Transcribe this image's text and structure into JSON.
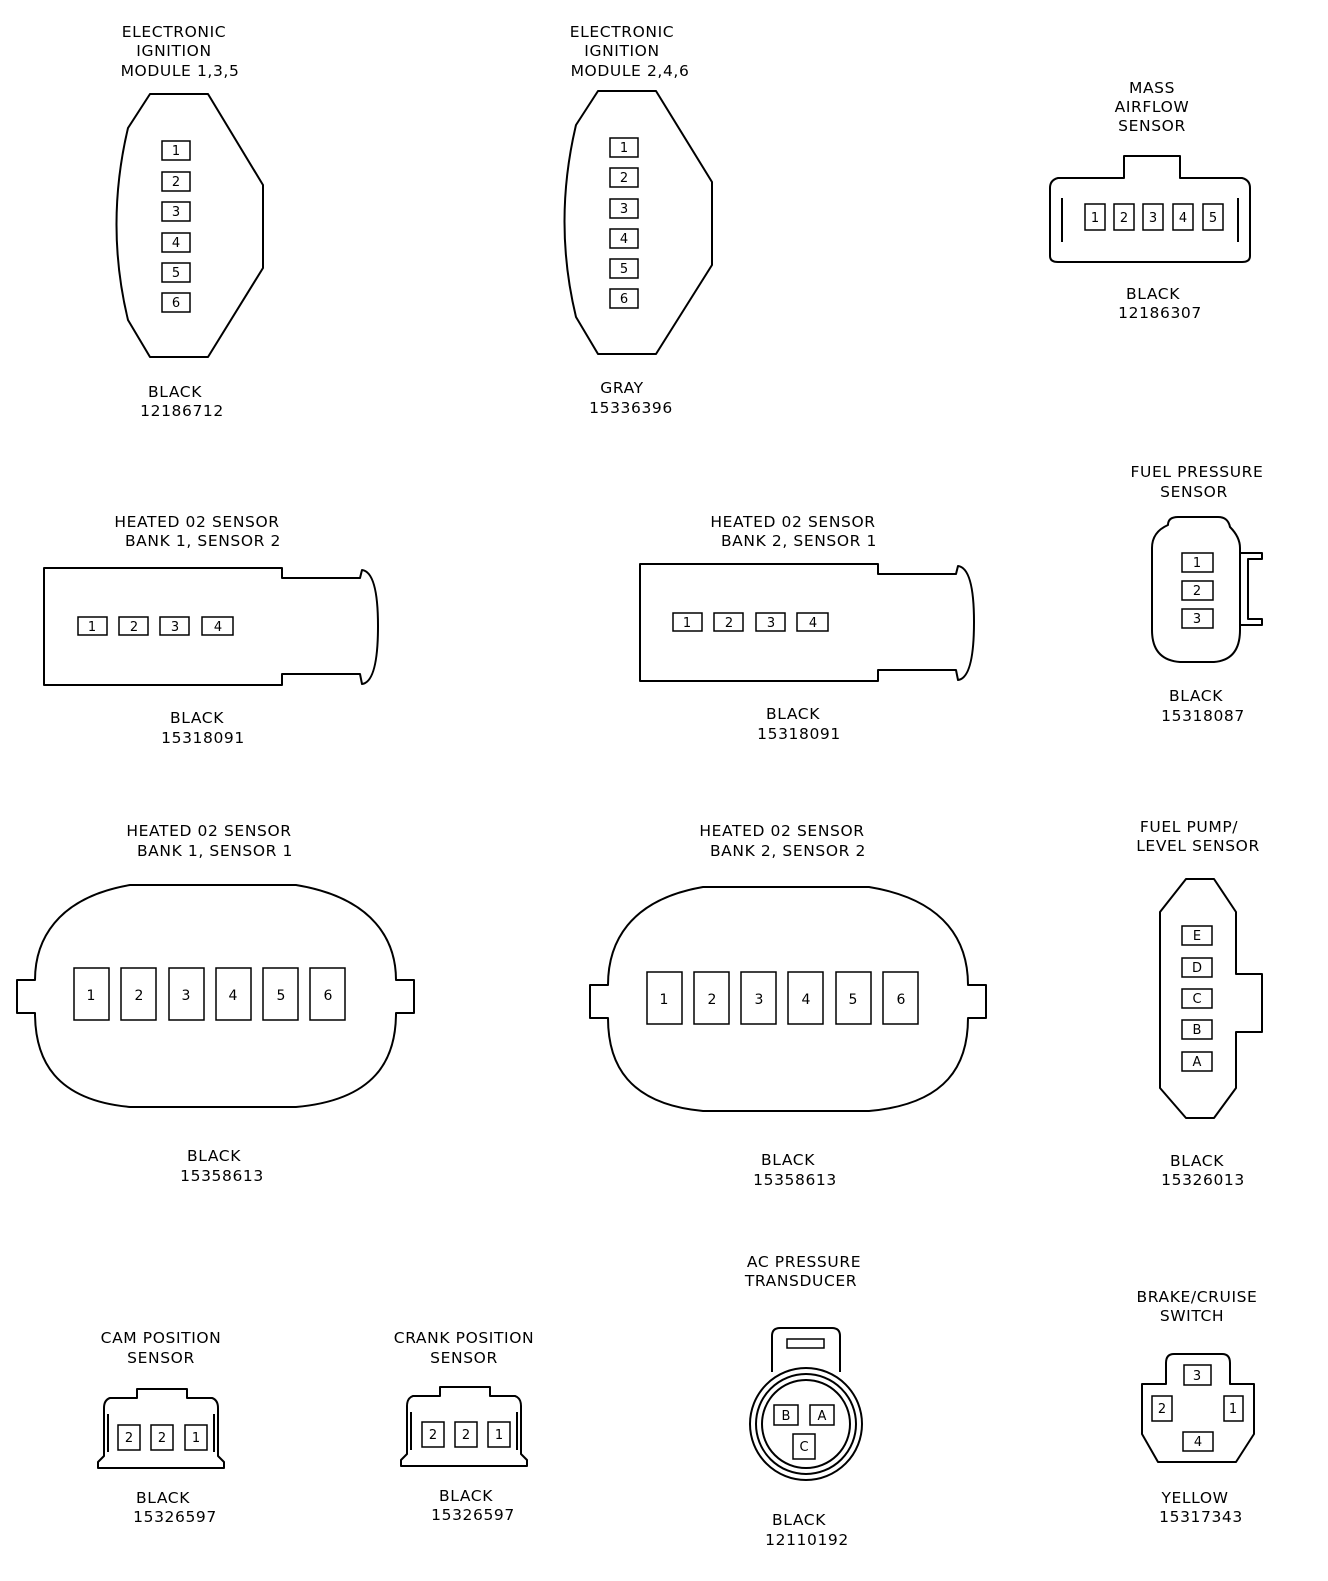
{
  "connectors": {
    "ecm135": {
      "title": [
        "ELECTRONIC",
        "IGNITION",
        "MODULE 1,3,5"
      ],
      "pins": [
        "1",
        "2",
        "3",
        "4",
        "5",
        "6"
      ],
      "color": "BLACK",
      "part": "12186712"
    },
    "ecm246": {
      "title": [
        "ELECTRONIC",
        "IGNITION",
        "MODULE 2,4,6"
      ],
      "pins": [
        "1",
        "2",
        "3",
        "4",
        "5",
        "6"
      ],
      "color": "GRAY",
      "part": "15336396"
    },
    "maf": {
      "title": [
        "MASS",
        "AIRFLOW",
        "SENSOR"
      ],
      "pins": [
        "1",
        "2",
        "3",
        "4",
        "5"
      ],
      "color": "BLACK",
      "part": "12186307"
    },
    "o2b1s2": {
      "title": [
        "HEATED 02 SENSOR",
        "BANK 1, SENSOR 2"
      ],
      "pins": [
        "1",
        "2",
        "3",
        "4"
      ],
      "color": "BLACK",
      "part": "15318091"
    },
    "o2b2s1": {
      "title": [
        "HEATED 02 SENSOR",
        "BANK 2, SENSOR 1"
      ],
      "pins": [
        "1",
        "2",
        "3",
        "4"
      ],
      "color": "BLACK",
      "part": "15318091"
    },
    "fps": {
      "title": [
        "FUEL PRESSURE",
        "SENSOR"
      ],
      "pins": [
        "1",
        "2",
        "3"
      ],
      "color": "BLACK",
      "part": "15318087"
    },
    "o2b1s1": {
      "title": [
        "HEATED 02 SENSOR",
        "BANK 1, SENSOR 1"
      ],
      "pins": [
        "1",
        "2",
        "3",
        "4",
        "5",
        "6"
      ],
      "color": "BLACK",
      "part": "15358613"
    },
    "o2b2s2": {
      "title": [
        "HEATED 02 SENSOR",
        "BANK 2, SENSOR 2"
      ],
      "pins": [
        "1",
        "2",
        "3",
        "4",
        "5",
        "6"
      ],
      "color": "BLACK",
      "part": "15358613"
    },
    "fpump": {
      "title": [
        "FUEL PUMP/",
        "LEVEL SENSOR"
      ],
      "pins": [
        "E",
        "D",
        "C",
        "B",
        "A"
      ],
      "color": "BLACK",
      "part": "15326013"
    },
    "cam": {
      "title": [
        "CAM POSITION",
        "SENSOR"
      ],
      "pins": [
        "2",
        "2",
        "1"
      ],
      "color": "BLACK",
      "part": "15326597"
    },
    "crank": {
      "title": [
        "CRANK POSITION",
        "SENSOR"
      ],
      "pins": [
        "2",
        "2",
        "1"
      ],
      "color": "BLACK",
      "part": "15326597"
    },
    "acp": {
      "title": [
        "AC PRESSURE",
        "TRANSDUCER"
      ],
      "pins": [
        "B",
        "A",
        "C"
      ],
      "color": "BLACK",
      "part": "12110192"
    },
    "brake": {
      "title": [
        "BRAKE/CRUISE",
        "SWITCH"
      ],
      "pins": [
        "3",
        "2",
        "1",
        "4"
      ],
      "color": "YELLOW",
      "part": "15317343"
    }
  }
}
